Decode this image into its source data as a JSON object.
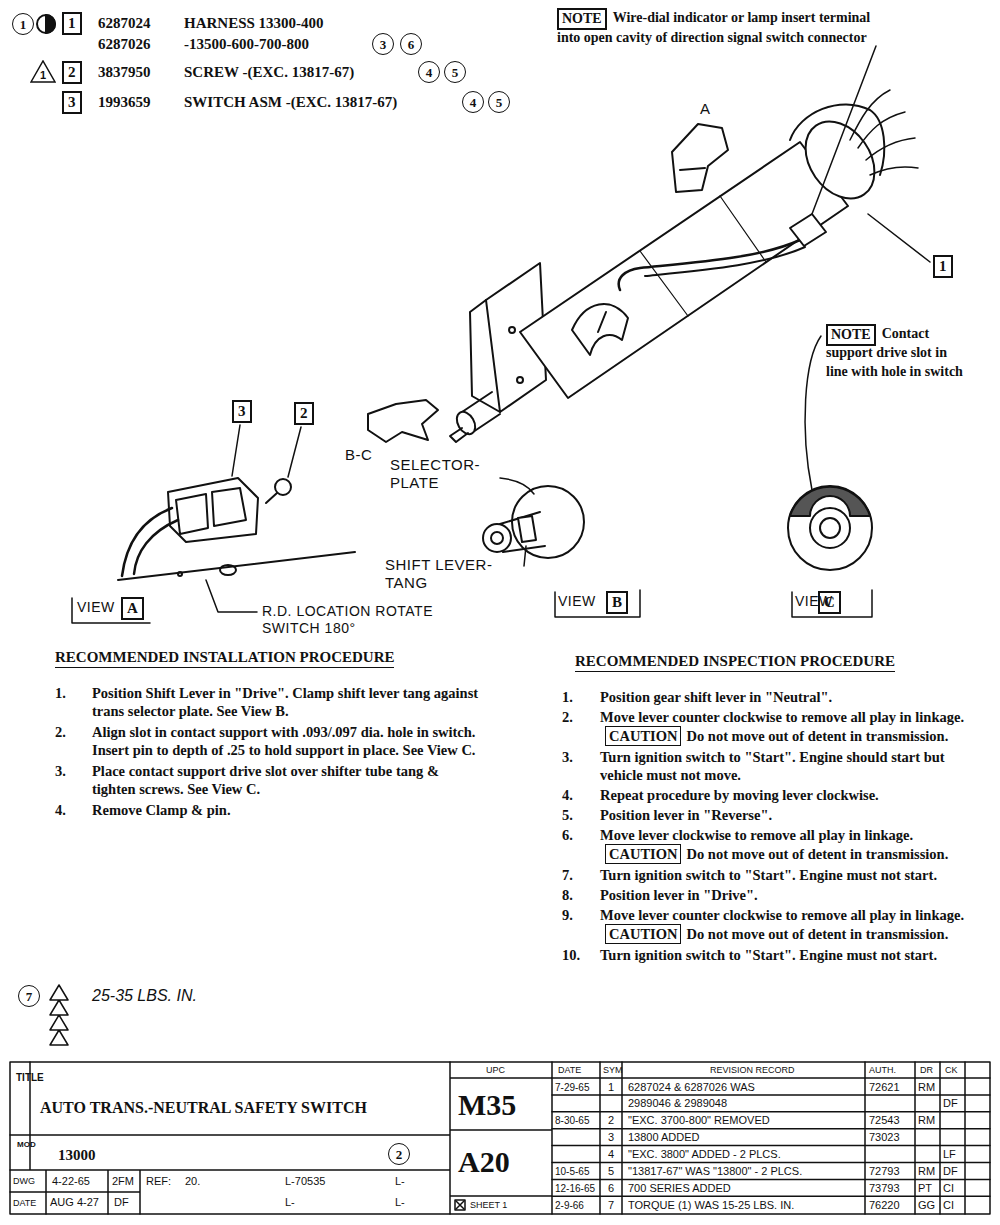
{
  "diagram": {
    "title": "AUTO TRANS.-NEUTRAL SAFETY SWITCH",
    "nodes": [
      {
        "text": [
          "1"
        ]
      },
      {
        "text": [
          "1"
        ]
      },
      {
        "text": [
          "3"
        ]
      },
      {
        "text": [
          "6"
        ]
      },
      {
        "text": [
          "1"
        ]
      },
      {
        "text": [
          "2"
        ]
      },
      {
        "text": [
          "4"
        ]
      },
      {
        "text": [
          "5"
        ]
      },
      {
        "text": [
          "3"
        ]
      },
      {
        "text": [
          "4"
        ]
      },
      {
        "text": [
          "5"
        ]
      },
      {
        "text": [
          "NOTE"
        ]
      },
      {
        "text": [
          "1"
        ]
      },
      {
        "text": [
          "NOTE"
        ]
      },
      {
        "text": [
          "3"
        ]
      },
      {
        "text": [
          "2"
        ]
      },
      {
        "text": [
          "A"
        ]
      },
      {
        "text": [
          "B"
        ]
      },
      {
        "text": [
          "C"
        ]
      },
      {
        "text": [
          "CAUTION"
        ]
      },
      {
        "text": [
          "CAUTION"
        ]
      },
      {
        "text": [
          "CAUTION"
        ]
      },
      {
        "text": [
          "7"
        ]
      },
      {
        "text": [
          "2"
        ]
      }
    ],
    "labels": [
      "6287024",
      "HARNESS 13300-400",
      "6287026",
      "-13500-600-700-800",
      "3837950",
      "SCREW -(EXC. 13817-67)",
      "1993659",
      "SWITCH ASM -(EXC. 13817-67)",
      "Wire-dial indicator or lamp insert terminal into open cavity of direction signal switch connector",
      "A",
      "Contact support drive slot in line with hole in switch",
      "B-C",
      "SELECTOR- PLATE",
      "SHIFT LEVER- TANG",
      "VIEW",
      "R.D. LOCATION ROTATE SWITCH 180°",
      "VIEW",
      "VIEW",
      "RECOMMENDED INSTALLATION PROCEDURE",
      "RECOMMENDED INSPECTION PROCEDURE",
      "1.",
      "Position Shift Lever in \"Drive\". Clamp shift lever tang against trans selector plate. See View B.",
      "2.",
      "Align slot in contact support with .093/.097 dia. hole in switch. Insert pin to depth of .25 to hold support in place. See View C.",
      "3.",
      "Place contact support drive slot over shifter tube tang & tighten screws. See View C.",
      "4.",
      "Remove Clamp & pin.",
      "1.",
      "Position gear shift lever in \"Neutral\".",
      "2.",
      "Move lever counter clockwise to remove all play in linkage.",
      "Do not move out of detent in transmission.",
      "3.",
      "Turn ignition switch to \"Start\". Engine should start but vehicle must not move.",
      "4.",
      "Repeat procedure by moving lever clockwise.",
      "5.",
      "Position lever in \"Reverse\".",
      "6.",
      "Move lever clockwise to remove all play in linkage.",
      "Do not move out of detent in transmission.",
      "7.",
      "Turn ignition switch to \"Start\". Engine must not start.",
      "8.",
      "Position lever in \"Drive\".",
      "9.",
      "Move lever counter clockwise to remove all play in linkage.",
      "Do not move out of detent in transmission.",
      "10.",
      "Turn ignition switch to \"Start\". Engine must not start.",
      "25-35 LBS. IN.",
      "TITLE",
      "MOD",
      "13000",
      "DWG",
      "4-22-65",
      "2FM",
      "REF:",
      "20.",
      "L-70535",
      "L-",
      "DATE",
      "AUG 4-27",
      "DF",
      "L-",
      "L-",
      "UPC",
      "M35",
      "A20",
      "SHEET 1",
      "DATE",
      "SYM",
      "REVISION RECORD",
      "AUTH.",
      "DR",
      "CK",
      "7-29-65",
      "1",
      "6287024 & 6287026 WAS",
      "72621",
      "RM",
      "2989046 & 2989048",
      "DF",
      "8-30-65",
      "2",
      "\"EXC. 3700-800\" REMOVED",
      "72543",
      "RM",
      "3",
      "13800 ADDED",
      "73023",
      "4",
      "\"EXC. 3800\" ADDED - 2 PLCS.",
      "LF",
      "10-5-65",
      "5",
      "\"13817-67\" WAS \"13800\" - 2 PLCS.",
      "72793",
      "RM",
      "DF",
      "12-16-65",
      "6",
      "700 SERIES ADDED",
      "73793",
      "PT",
      "CI",
      "2-9-66",
      "7",
      "TORQUE (1) WAS 15-25 LBS. IN.",
      "76220",
      "GG",
      "CI"
    ]
  }
}
